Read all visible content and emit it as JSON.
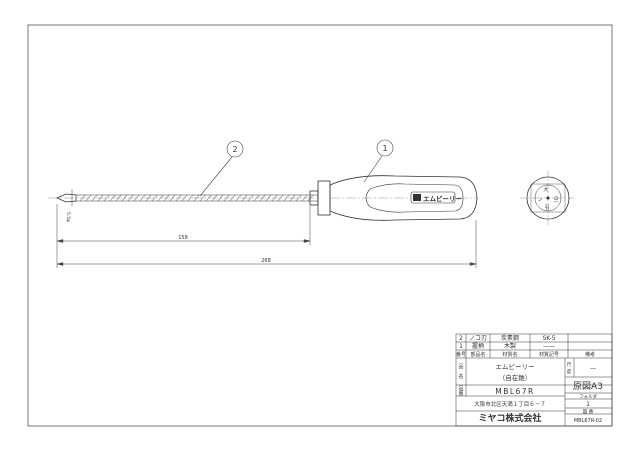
{
  "callouts": [
    {
      "id": "2"
    },
    {
      "id": "1"
    }
  ],
  "dimensions": {
    "total_length": "268",
    "drill_length": "158",
    "diameter": "5.5φ"
  },
  "handle_logo": "エムビーリー",
  "end_view_marks": [
    "大",
    "ン",
    "旦",
    "引"
  ],
  "title_block": {
    "parts_rows": [
      {
        "no": "2",
        "name": "ノコ刃",
        "material": "炭素鋼",
        "code": "SK-5"
      },
      {
        "no": "1",
        "name": "握柄",
        "material": "木製",
        "code": "——"
      }
    ],
    "header": {
      "no": "番号",
      "name": "部品名",
      "material": "材質名",
      "code": "材質記号",
      "remarks": "備考"
    },
    "name_label": [
      "品",
      "名"
    ],
    "product_name": "エムビーリー",
    "product_sub": "（自在錐）",
    "scale_label": [
      "尺",
      "度"
    ],
    "scale_value": "—",
    "model_label": [
      "品",
      "番"
    ],
    "model_number": "MBL67R",
    "drawing_size": "原図A3",
    "address": "大阪市北区天満１丁目６－７",
    "company": "ミヤコ株式会社",
    "folder_label": "フォルダ",
    "folder_value": "1",
    "drawing_no_label": "図 番",
    "drawing_no": "MBL67R-02"
  }
}
